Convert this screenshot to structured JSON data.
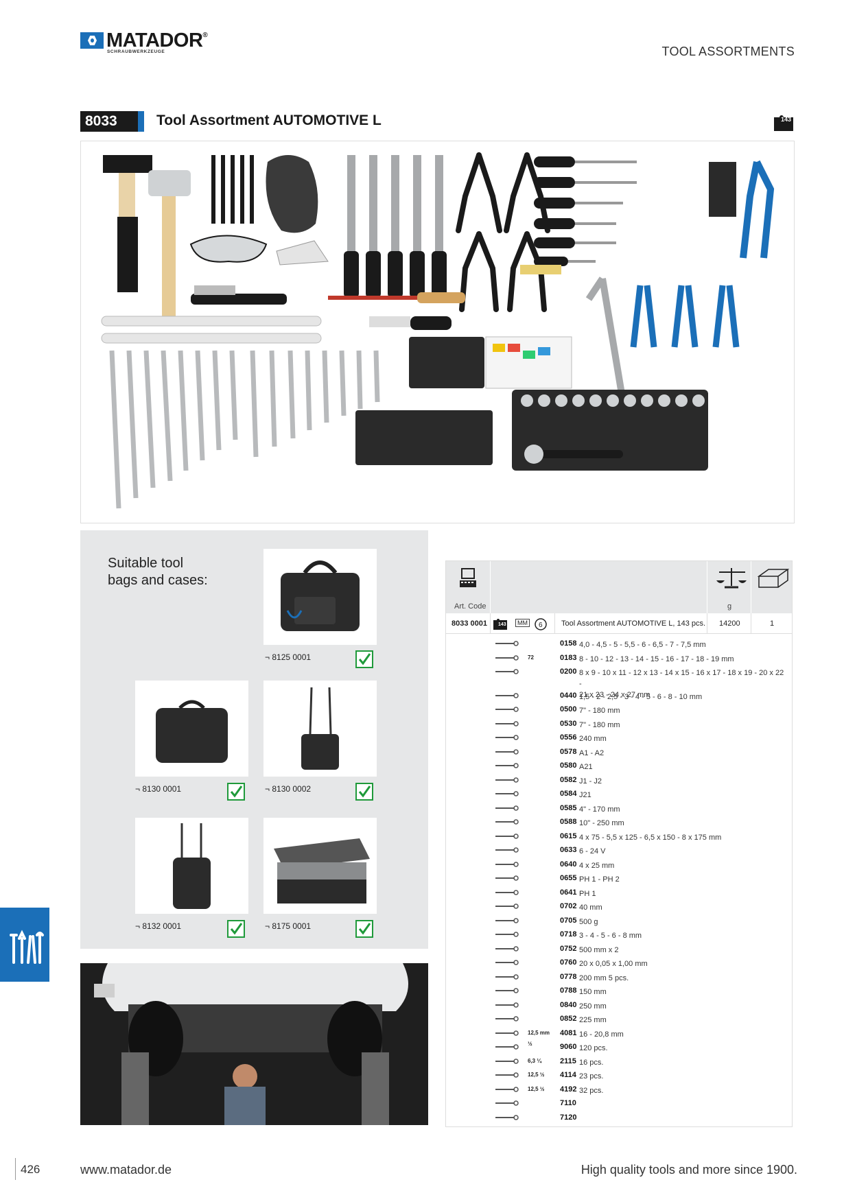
{
  "brand": {
    "name": "MATADOR",
    "registered": "®",
    "subtitle": "SCHRAUBWERKZEUGE"
  },
  "header": {
    "section": "TOOL ASSORTMENTS"
  },
  "product": {
    "code": "8033",
    "title": "Tool Assortment AUTOMOTIVE L",
    "piece_badge": "143"
  },
  "bags": {
    "title_line1": "Suitable tool",
    "title_line2": "bags and cases:",
    "items": [
      {
        "label": "¬  8125 0001"
      },
      {
        "label": "¬  8130 0001"
      },
      {
        "label": "¬  8130 0002"
      },
      {
        "label": "¬  8132 0001"
      },
      {
        "label": "¬  8175 0001"
      }
    ]
  },
  "table": {
    "art_code_label": "Art. Code",
    "weight_unit": "g",
    "main": {
      "code": "8033 0001",
      "badge": "143",
      "unit": "MM",
      "count_badge": "6",
      "description": "Tool Assortment AUTOMOTIVE L, 143 pcs.",
      "weight": "14200",
      "qty": "1"
    },
    "items": [
      {
        "code": "0158",
        "desc": "4,0 - 4,5 - 5 - 5,5 - 6 - 6,5 - 7 - 7,5 mm"
      },
      {
        "code": "0183",
        "desc": "8 - 10 - 12 - 13 - 14 - 15 - 16 - 17 - 18 - 19 mm",
        "badge": "72"
      },
      {
        "code": "0200",
        "desc": "8 x 9 - 10 x 11 - 12 x 13 - 14 x 15 - 16 x 17 - 18 x 19 - 20 x 22 -",
        "desc2": "21 x 23 - 24 x 27 mm"
      },
      {
        "code": "0440",
        "desc": "1,5 - 2 - 2,5 - 3 - 4 - 5 - 6 - 8 - 10 mm"
      },
      {
        "code": "0500",
        "desc": "7\" - 180 mm"
      },
      {
        "code": "0530",
        "desc": "7\" - 180 mm"
      },
      {
        "code": "0556",
        "desc": "240 mm"
      },
      {
        "code": "0578",
        "desc": "A1 - A2"
      },
      {
        "code": "0580",
        "desc": "A21"
      },
      {
        "code": "0582",
        "desc": "J1 - J2"
      },
      {
        "code": "0584",
        "desc": "J21"
      },
      {
        "code": "0585",
        "desc": "4\" - 170 mm"
      },
      {
        "code": "0588",
        "desc": "10\" - 250 mm"
      },
      {
        "code": "0615",
        "desc": "4 x 75 - 5,5 x 125 - 6,5 x 150 - 8 x 175 mm"
      },
      {
        "code": "0633",
        "desc": "6 - 24 V"
      },
      {
        "code": "0640",
        "desc": "4 x 25 mm"
      },
      {
        "code": "0655",
        "desc": "PH 1 - PH 2"
      },
      {
        "code": "0641",
        "desc": "PH 1"
      },
      {
        "code": "0702",
        "desc": "40 mm"
      },
      {
        "code": "0705",
        "desc": "500 g"
      },
      {
        "code": "0718",
        "desc": "3 - 4 - 5 - 6 - 8 mm"
      },
      {
        "code": "0752",
        "desc": "500 mm x 2"
      },
      {
        "code": "0760",
        "desc": "20 x 0,05 x 1,00 mm"
      },
      {
        "code": "0778",
        "desc": "200 mm 5 pcs."
      },
      {
        "code": "0788",
        "desc": "150 mm"
      },
      {
        "code": "0840",
        "desc": "250 mm"
      },
      {
        "code": "0852",
        "desc": "225 mm"
      },
      {
        "code": "4081",
        "desc": "16 - 20,8 mm",
        "badge": "12,5 mm ½"
      },
      {
        "code": "9060",
        "desc": "120 pcs."
      },
      {
        "code": "2115",
        "desc": "16 pcs.",
        "badge": "6,3 ¼"
      },
      {
        "code": "4114",
        "desc": "23 pcs.",
        "badge": "12,5 ½"
      },
      {
        "code": "4192",
        "desc": "32 pcs.",
        "badge": "12,5 ½"
      },
      {
        "code": "7110",
        "desc": ""
      },
      {
        "code": "7120",
        "desc": ""
      }
    ]
  },
  "footer": {
    "page": "426",
    "website": "www.matador.de",
    "slogan": "High quality tools and more since 1900."
  },
  "colors": {
    "brand_blue": "#1b6fb8",
    "check_green": "#1f9a3a",
    "panel_grey": "#e6e7e8"
  }
}
